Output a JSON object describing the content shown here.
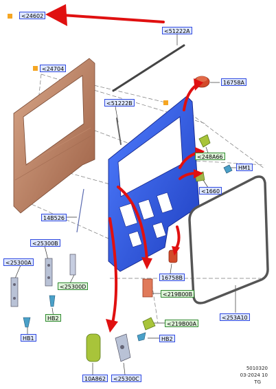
{
  "callouts": {
    "c24602": "<24602",
    "c51222A": "<51222A",
    "c24704": "<24704",
    "c51222B": "<51222B",
    "c16758A": "16758A",
    "c248A66": "<248A66",
    "cHM1": "HM1",
    "c1660": "<1660",
    "c14B526": "14B526",
    "c25300B": "<25300B",
    "c25300A": "<25300A",
    "c25300D": "<25300D",
    "c16758B": "16758B",
    "c219B00B": "<219B00B",
    "cHB2a": "HB2",
    "cHB1": "HB1",
    "c253A10": "<253A10",
    "c219B00A": "<219B00A",
    "cHB2b": "HB2",
    "c10A862": "10A862",
    "c25300C": "<25300C"
  },
  "footer": {
    "code": "5010320",
    "date": "03-2024 10",
    "initials": "TG"
  },
  "colors": {
    "marker": "#f5a623",
    "door_panel": "#2f5fe0",
    "shell": "#b87a5a",
    "arrow": "#e01010",
    "seal": "#555555",
    "bumper": "#d24a2a",
    "green_part": "#a8c43a"
  }
}
